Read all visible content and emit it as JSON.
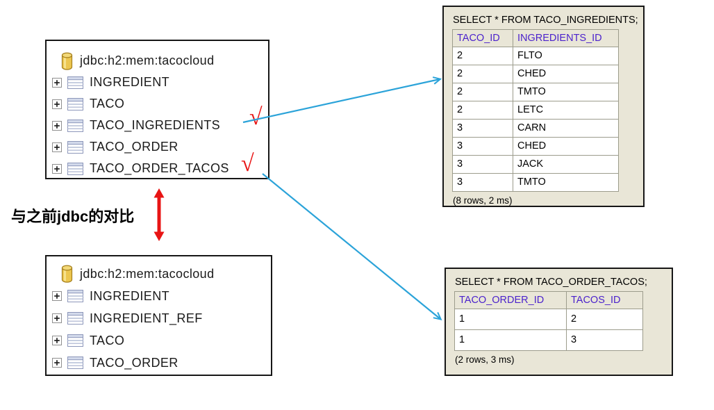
{
  "annotation": {
    "text": "与之前jdbc的对比",
    "check_mark": "√"
  },
  "colors": {
    "panel_bg": "#e9e6d7",
    "result_header_text": "#4b22cc",
    "arrow_blue": "#2ba3d9",
    "annotation_red": "#e81414",
    "box_border": "#161616",
    "table_border": "#9c9c8c",
    "db_icon_gold": "#ecc64f"
  },
  "tree_top": {
    "connection": "jdbc:h2:mem:tacocloud",
    "tables": [
      "INGREDIENT",
      "TACO",
      "TACO_INGREDIENTS",
      "TACO_ORDER",
      "TACO_ORDER_TACOS"
    ]
  },
  "tree_bottom": {
    "connection": "jdbc:h2:mem:tacocloud",
    "tables": [
      "INGREDIENT",
      "INGREDIENT_REF",
      "TACO",
      "TACO_ORDER"
    ]
  },
  "result_top": {
    "query": "SELECT * FROM TACO_INGREDIENTS;",
    "columns": [
      "TACO_ID",
      "INGREDIENTS_ID"
    ],
    "rows": [
      [
        "2",
        "FLTO"
      ],
      [
        "2",
        "CHED"
      ],
      [
        "2",
        "TMTO"
      ],
      [
        "2",
        "LETC"
      ],
      [
        "3",
        "CARN"
      ],
      [
        "3",
        "CHED"
      ],
      [
        "3",
        "JACK"
      ],
      [
        "3",
        "TMTO"
      ]
    ],
    "status": "(8 rows, 2 ms)"
  },
  "result_bottom": {
    "query": "SELECT * FROM TACO_ORDER_TACOS;",
    "columns": [
      "TACO_ORDER_ID",
      "TACOS_ID"
    ],
    "rows": [
      [
        "1",
        "2"
      ],
      [
        "1",
        "3"
      ]
    ],
    "status": "(2 rows, 3 ms)"
  }
}
